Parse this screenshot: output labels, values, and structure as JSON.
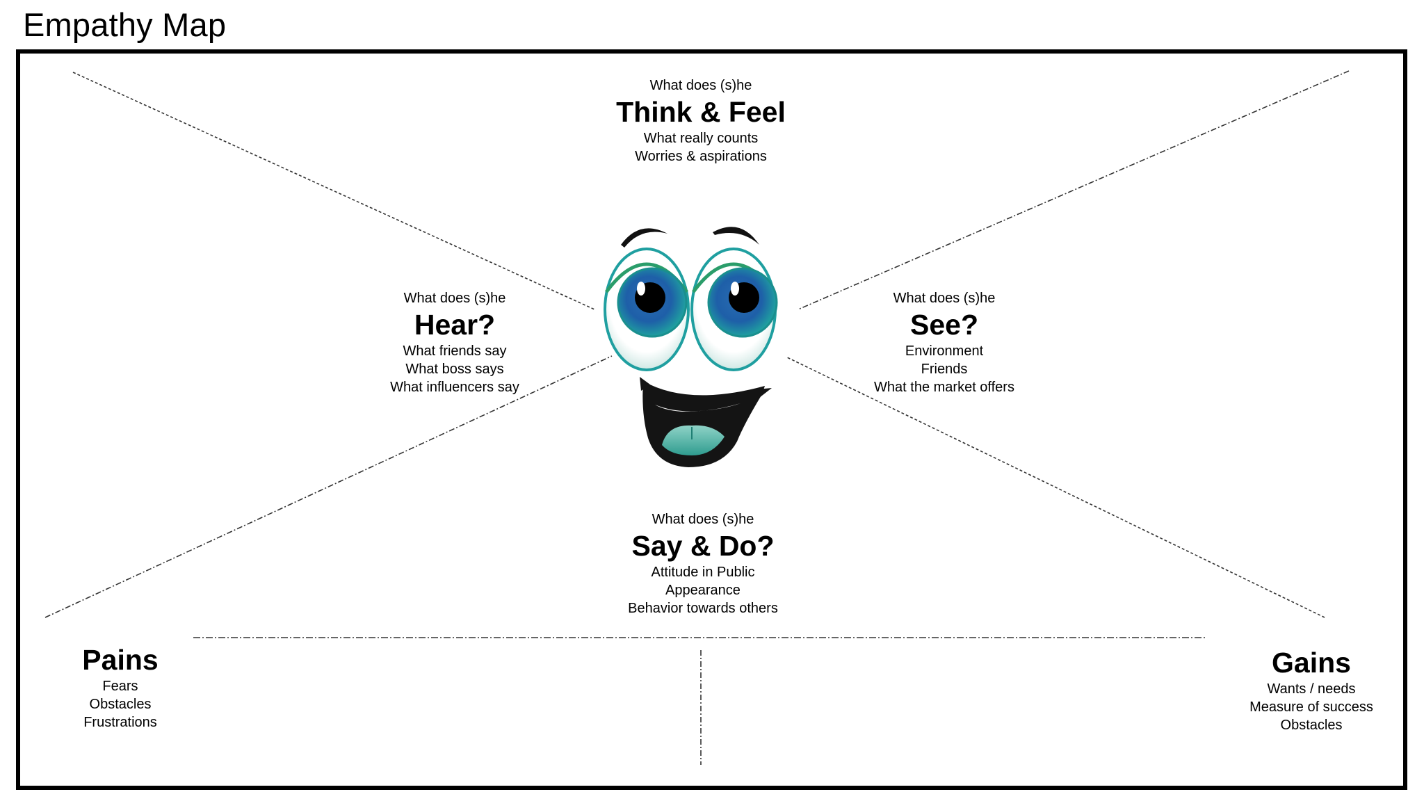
{
  "title": "Empathy Map",
  "sections": {
    "think_feel": {
      "intro": "What does (s)he",
      "heading": "Think & Feel",
      "lines": [
        "What really counts",
        "Worries & aspirations"
      ]
    },
    "hear": {
      "intro": "What does (s)he",
      "heading": "Hear?",
      "lines": [
        "What friends say",
        "What boss says",
        "What influencers say"
      ]
    },
    "see": {
      "intro": "What does (s)he",
      "heading": "See?",
      "lines": [
        "Environment",
        "Friends",
        "What the market offers"
      ]
    },
    "say_do": {
      "intro": "What does (s)he",
      "heading": "Say & Do?",
      "lines": [
        "Attitude in Public",
        "Appearance",
        "Behavior towards others"
      ]
    },
    "pains": {
      "heading": "Pains",
      "lines": [
        "Fears",
        "Obstacles",
        "Frustrations"
      ]
    },
    "gains": {
      "heading": "Gains",
      "lines": [
        "Wants / needs",
        "Measure of success",
        "Obstacles"
      ]
    }
  },
  "colors": {
    "frame": "#000000",
    "iris_outer": "#1f9fa0",
    "iris_inner": "#2a6db3",
    "tongue": "#3aa69a"
  }
}
